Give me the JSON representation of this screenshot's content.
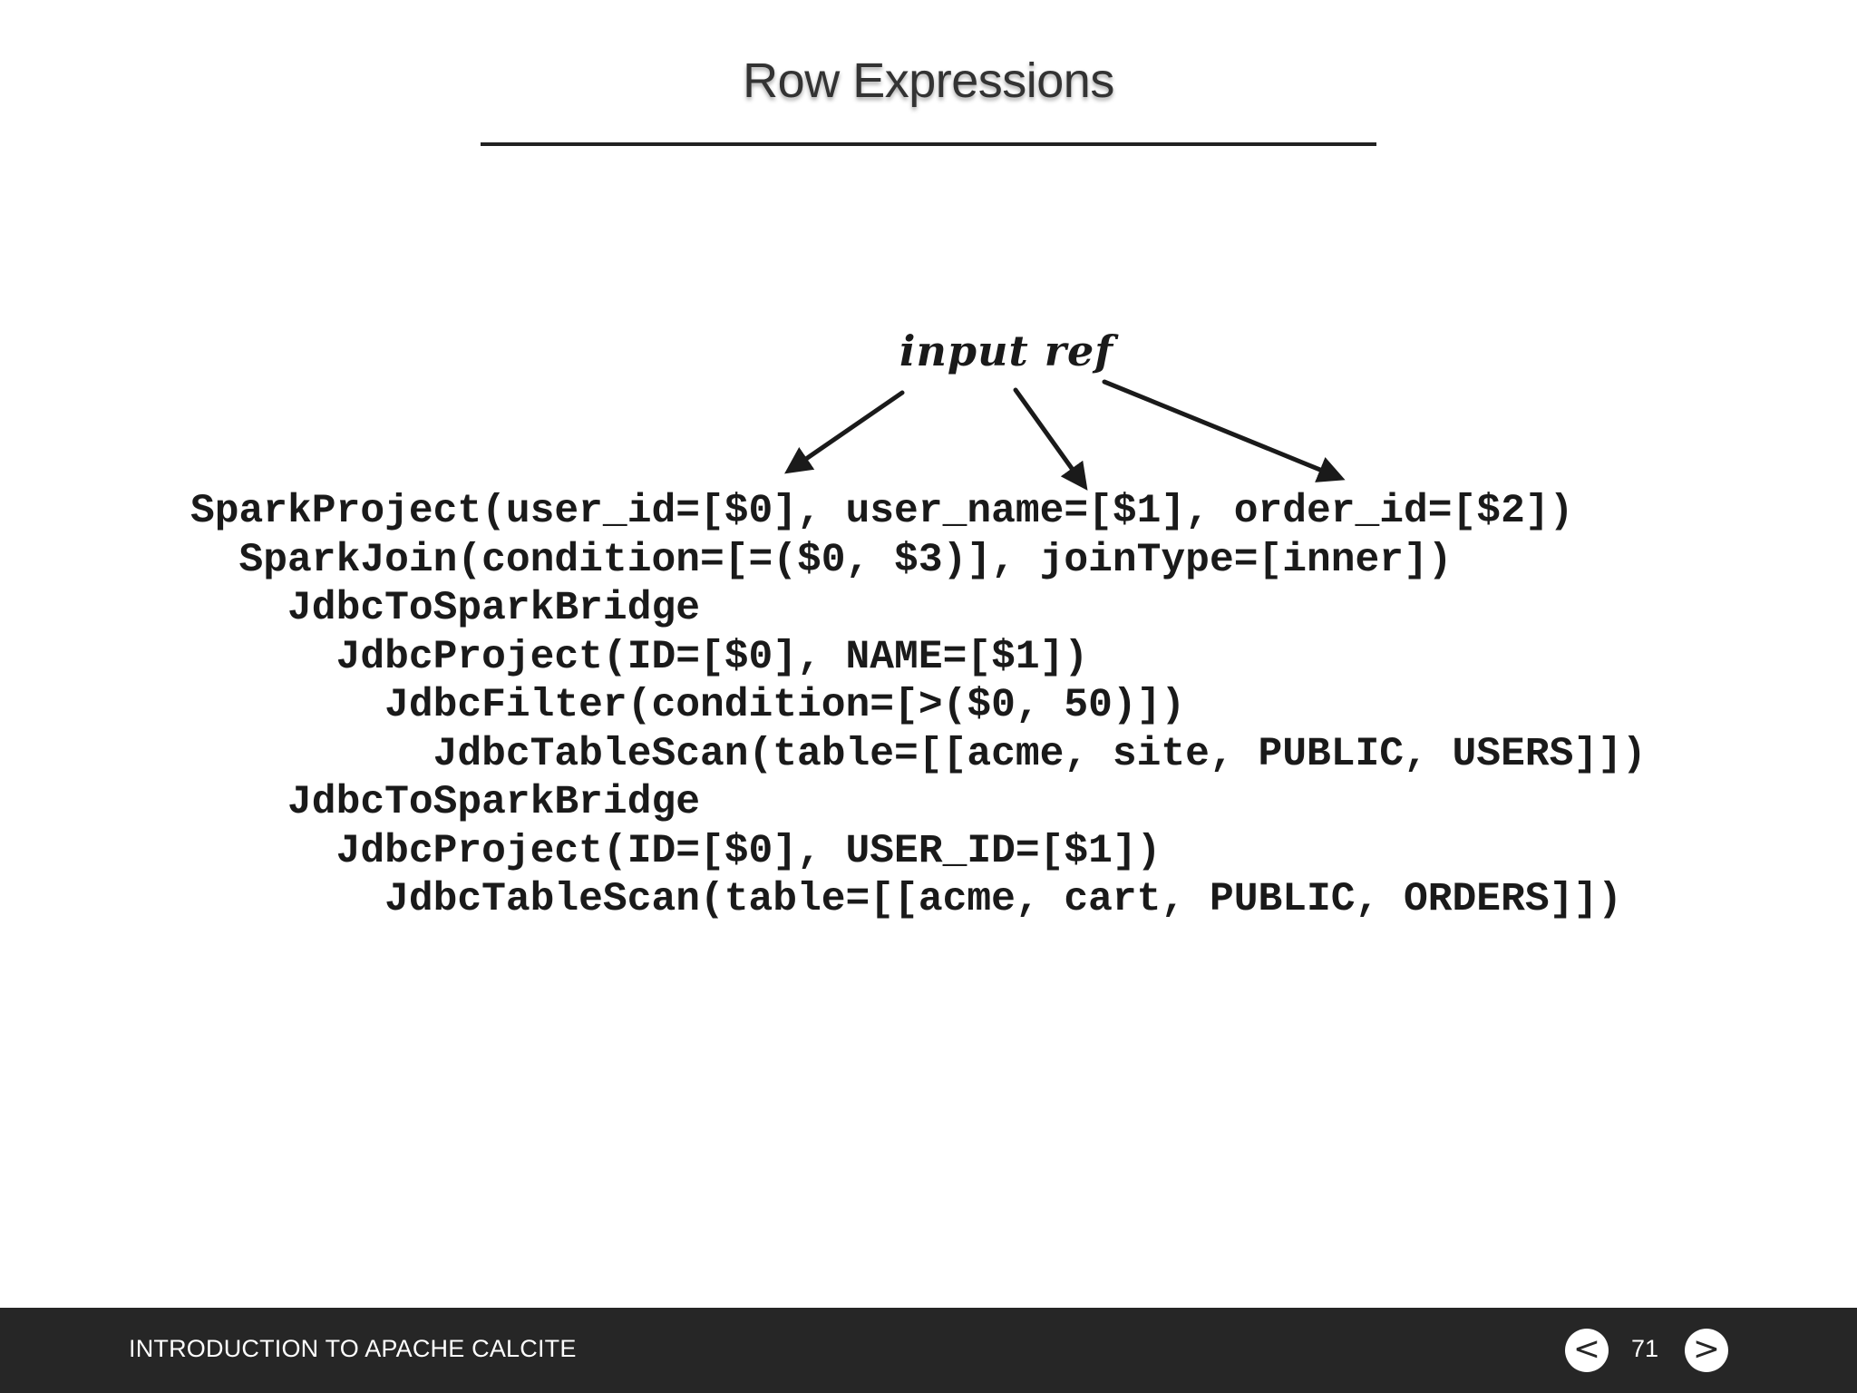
{
  "slide": {
    "title": "Row Expressions",
    "annotation": "input ref",
    "code_lines": [
      "SparkProject(user_id=[$0], user_name=[$1], order_id=[$2])",
      "  SparkJoin(condition=[=($0, $3)], joinType=[inner])",
      "    JdbcToSparkBridge",
      "      JdbcProject(ID=[$0], NAME=[$1])",
      "        JdbcFilter(condition=[>($0, 50)])",
      "          JdbcTableScan(table=[[acme, site, PUBLIC, USERS]])",
      "    JdbcToSparkBridge",
      "      JdbcProject(ID=[$0], USER_ID=[$1])",
      "        JdbcTableScan(table=[[acme, cart, PUBLIC, ORDERS]])"
    ]
  },
  "footer": {
    "deck_title": "INTRODUCTION TO APACHE CALCITE",
    "page_number": "71",
    "prev_icon": "<",
    "next_icon": ">"
  },
  "colors": {
    "footer_bg": "#262626",
    "text": "#1a1a1a"
  }
}
